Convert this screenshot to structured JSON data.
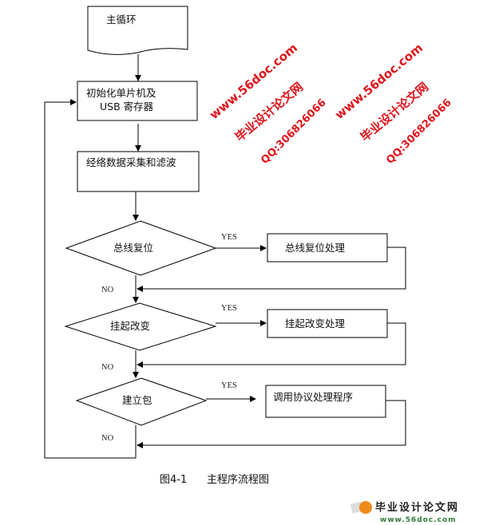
{
  "flowchart": {
    "start": "主循环",
    "init_line1": "初始化单片机及",
    "init_line2": "USB 寄存器",
    "acquire": "经络数据采集和滤波",
    "decision1": "总线复位",
    "process1": "总线复位处理",
    "decision2": "挂起改变",
    "process2": "挂起改变处理",
    "decision3": "建立包",
    "process3": "调用协议处理程序",
    "yes_label": "YES",
    "no_label": "NO"
  },
  "caption": "图4-1      主程序流程图",
  "watermarks": {
    "site": "www.56doc.com",
    "name": "毕业设计论文网",
    "qq": "QQ:306826066",
    "color": "#e0141b"
  },
  "logo": {
    "name": "毕业设计论文网",
    "url": "www.56doc.com"
  }
}
